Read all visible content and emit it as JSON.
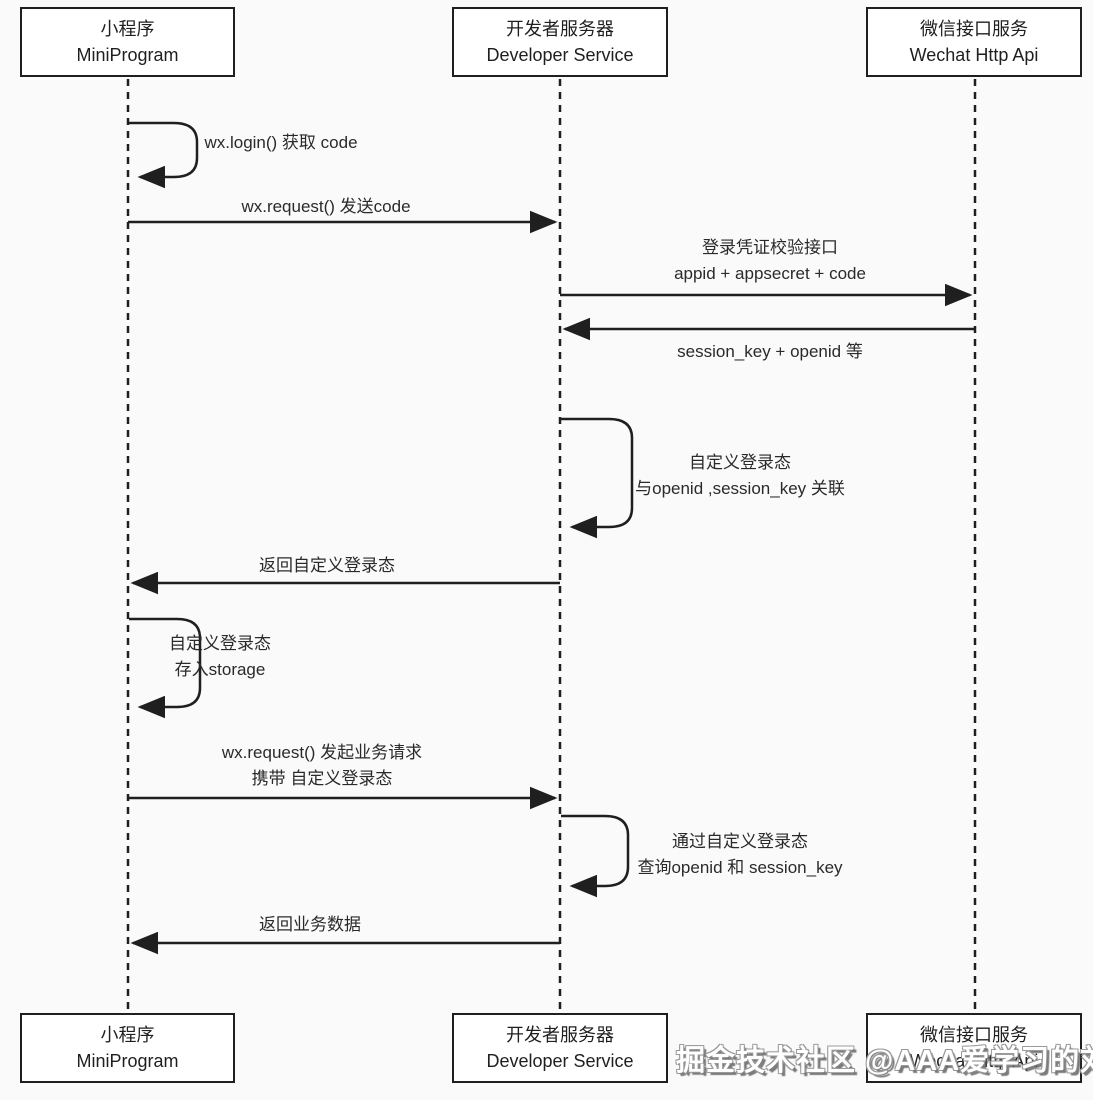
{
  "diagram": {
    "type": "sequence-diagram",
    "topic": "WeChat MiniProgram login flow",
    "colors": {
      "background": "#fafafa",
      "box_fill": "#ffffff",
      "line": "#1f1f1f",
      "text": "#2a2a2a",
      "watermark_fill": "#ffffff",
      "watermark_outline": "#9a9a9a"
    },
    "actors": [
      {
        "zh": "小程序",
        "en": "MiniProgram"
      },
      {
        "zh": "开发者服务器",
        "en": "Developer Service"
      },
      {
        "zh": "微信接口服务",
        "en": "Wechat Http Api"
      }
    ],
    "messages": {
      "m1": {
        "kind": "self",
        "actor": "MiniProgram",
        "line1": "wx.login() 获取 code"
      },
      "m2": {
        "kind": "arrow",
        "from": "MiniProgram",
        "to": "Developer Service",
        "line1": "wx.request() 发送code"
      },
      "m3": {
        "kind": "arrow",
        "from": "Developer Service",
        "to": "Wechat Http Api",
        "line1": "登录凭证校验接口",
        "line2": "appid + appsecret + code"
      },
      "m4": {
        "kind": "arrow",
        "from": "Wechat Http Api",
        "to": "Developer Service",
        "line1": "session_key + openid 等"
      },
      "m5": {
        "kind": "self",
        "actor": "Developer Service",
        "line1": "自定义登录态",
        "line2": "与openid ,session_key 关联"
      },
      "m6": {
        "kind": "arrow",
        "from": "Developer Service",
        "to": "MiniProgram",
        "line1": "返回自定义登录态"
      },
      "m7": {
        "kind": "self",
        "actor": "MiniProgram",
        "line1": "自定义登录态",
        "line2": "存入storage"
      },
      "m8": {
        "kind": "arrow",
        "from": "MiniProgram",
        "to": "Developer Service",
        "line1": "wx.request() 发起业务请求",
        "line2": "携带 自定义登录态"
      },
      "m9": {
        "kind": "self",
        "actor": "Developer Service",
        "line1": "通过自定义登录态",
        "line2": "查询openid 和 session_key"
      },
      "m10": {
        "kind": "arrow",
        "from": "Developer Service",
        "to": "MiniProgram",
        "line1": "返回业务数据"
      }
    },
    "watermark": "掘金技术社区 @AAA爱学习的刘哥"
  }
}
